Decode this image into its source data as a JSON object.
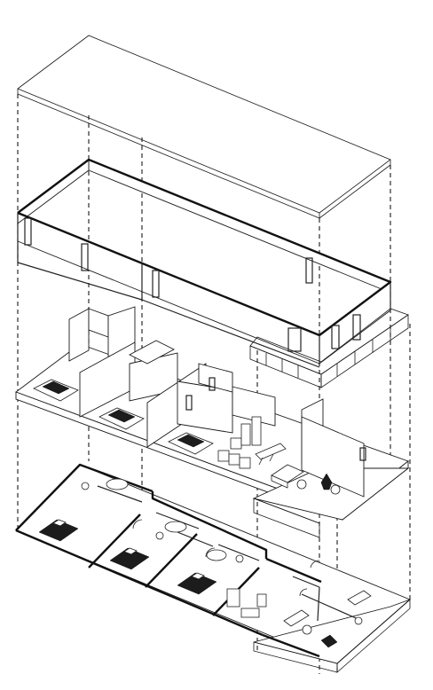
{
  "diagram": {
    "view": "exploded-axonometric",
    "layers": [
      {
        "name": "roof",
        "kind": "outline"
      },
      {
        "name": "walls",
        "kind": "enclosure"
      },
      {
        "name": "interior",
        "kind": "furnished-rooms"
      },
      {
        "name": "floor-plan",
        "kind": "plan"
      }
    ],
    "colors": {
      "line": "#1a1a1a",
      "fill": "#ffffff",
      "furniture-dark": "#1c1c1c"
    }
  }
}
